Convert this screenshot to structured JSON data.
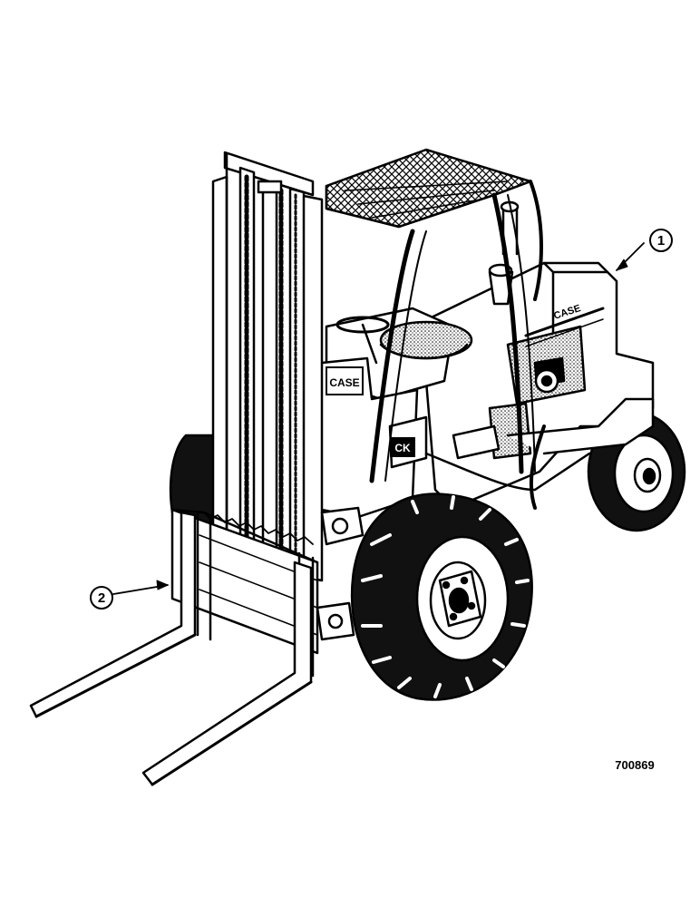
{
  "figure": {
    "number": "700869"
  },
  "callouts": [
    {
      "label": "1"
    },
    {
      "label": "2"
    }
  ],
  "decals": {
    "logo_panel": "CASE",
    "logo_side": "CK",
    "hood_model": "CASE"
  },
  "colors": {
    "ink": "#000000",
    "paper": "#ffffff",
    "tire": "#111111"
  }
}
